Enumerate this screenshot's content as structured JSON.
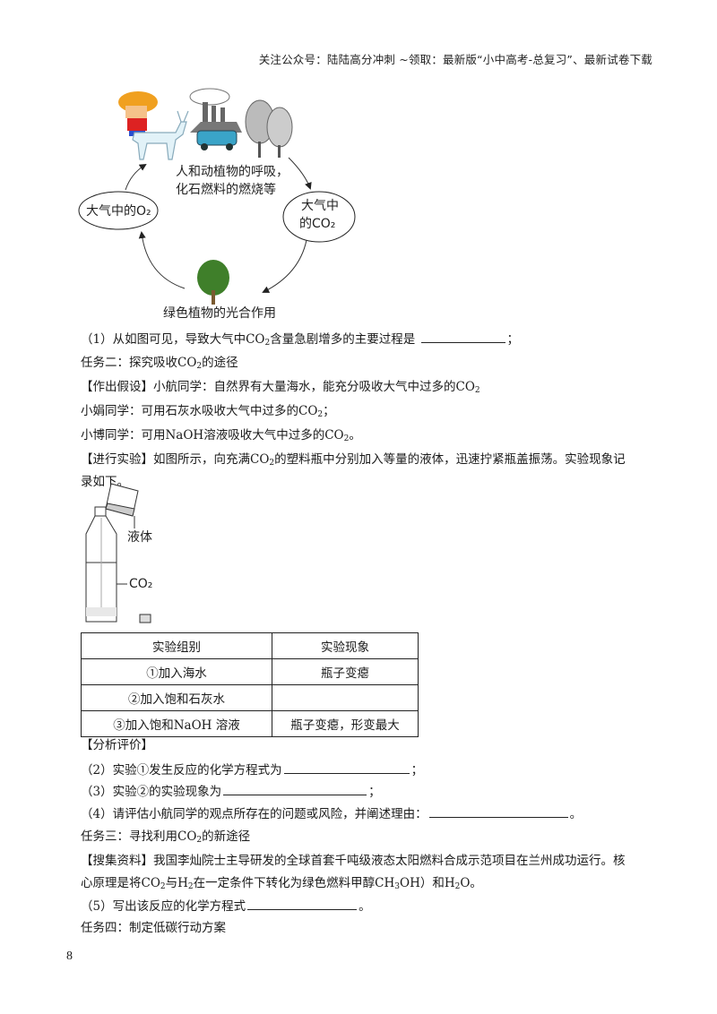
{
  "header": {
    "text": "关注公众号：陆陆高分冲刺  ~领取：最新版“小中高考-总复习”、最新试卷下载"
  },
  "diagram": {
    "top_label_line1": "人和动植物的呼吸，",
    "top_label_line2": "化石燃料的燃烧等",
    "left_node": "大气中的O₂",
    "right_node_line1": "大气中",
    "right_node_line2": "的CO₂",
    "bottom_label": "绿色植物的光合作用"
  },
  "q1": {
    "prefix": "（1）从如图可见，导致大气中",
    "chem": "CO",
    "sub": "2",
    "suffix": "含量急剧增多的主要过程是",
    "end": "；"
  },
  "task2": {
    "prefix": "任务二：探究吸收",
    "chem": "CO",
    "sub": "2",
    "suffix": "的途径"
  },
  "hypothesis": {
    "label": "【作出假设】",
    "text": "小航同学：自然界有大量海水，能充分吸收大气中过多的",
    "chem": "CO",
    "sub": "2"
  },
  "xiaojuan": {
    "text": "小娟同学：可用石灰水吸收大气中过多的",
    "chem": "CO",
    "sub": "2",
    "end": "；"
  },
  "xiaobo": {
    "text": "小博同学：可用NaOH溶液吸收大气中过多的",
    "chem": "CO",
    "sub": "2",
    "end": "。"
  },
  "experiment": {
    "label": "【进行实验】",
    "text1": "如图所示，向充满",
    "chem": "CO",
    "sub": "2",
    "text2": "的塑料瓶中分别加入等量的液体，迅速拧紧瓶盖振荡。实验现象记",
    "text3": "录如下。"
  },
  "bottle_figure": {
    "liquid_label": "液体",
    "gas_label": "CO₂"
  },
  "table": {
    "headers": [
      "实验组别",
      "实验现象"
    ],
    "rows": [
      [
        "①加入海水",
        "瓶子变瘪"
      ],
      [
        "②加入饱和石灰水",
        ""
      ],
      [
        "③加入饱和NaOH 溶液",
        "瓶子变瘪，形变最大"
      ]
    ]
  },
  "analysis": {
    "label": "【分析评价】"
  },
  "q2": {
    "text": "（2）实验①发生反应的化学方程式为",
    "end": "；"
  },
  "q3": {
    "text": "（3）实验②的实验现象为",
    "end": "；"
  },
  "q4": {
    "text": "（4）请评估小航同学的观点所存在的问题或风险，并阐述理由：",
    "end": "。"
  },
  "task3": {
    "prefix": "任务三：寻找利用",
    "chem": "CO",
    "sub": "2",
    "suffix": "的新途径"
  },
  "research": {
    "label": "【搜集资料】",
    "line1": "我国李灿院士主导研发的全球首套千吨级液态太阳燃料合成示范项目在兰州成功运行。核",
    "line2_a": "心原理是将",
    "co": "CO",
    "co_sub": "2",
    "line2_b": "与",
    "h": "H",
    "h_sub": "2",
    "line2_c": "在一定条件下转化为绿色燃料甲醇",
    "ch3oh_a": "CH",
    "ch3oh_sub": "3",
    "ch3oh_b": "OH）和",
    "h2o_a": "H",
    "h2o_sub": "2",
    "h2o_b": "O。"
  },
  "q5": {
    "text": "（5）写出该反应的化学方程式",
    "end": "。"
  },
  "task4": {
    "text": "任务四：制定低碳行动方案"
  },
  "page_number": "8"
}
